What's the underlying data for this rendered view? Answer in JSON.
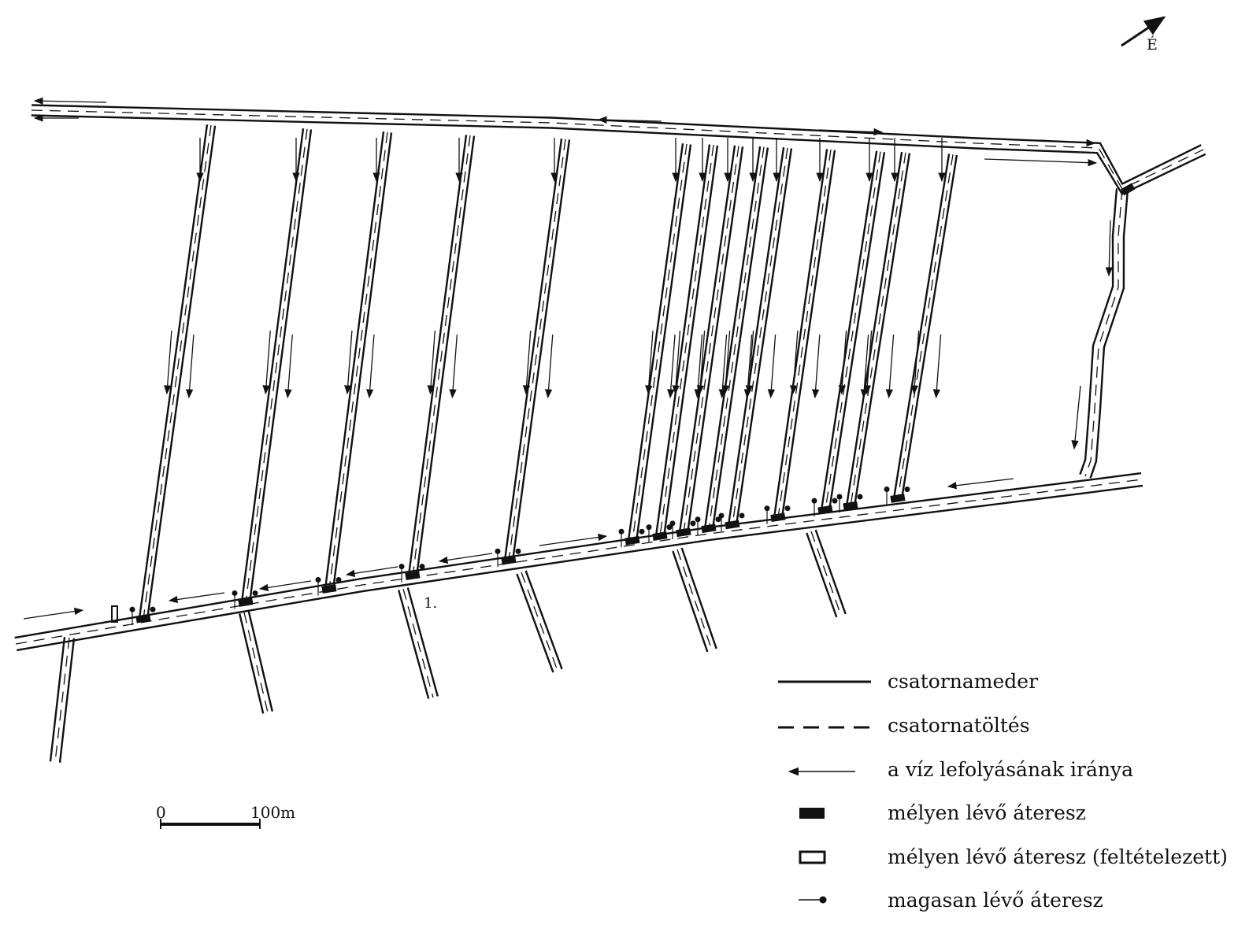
{
  "map": {
    "north_label": "É",
    "point_label": "1.",
    "scale": {
      "start_label": "0",
      "end_label": "100m"
    },
    "legend": [
      {
        "label": "csatornameder",
        "symbol": "solid-line"
      },
      {
        "label": "csatornatöltés",
        "symbol": "dashed-line"
      },
      {
        "label": "a víz lefolyásának iránya",
        "symbol": "arrow"
      },
      {
        "label": "mélyen lévő áteresz",
        "symbol": "filled-rect"
      },
      {
        "label": "mélyen lévő áteresz (feltételezett)",
        "symbol": "open-rect"
      },
      {
        "label": "magasan lévő áteresz",
        "symbol": "line-dot"
      }
    ],
    "colors": {
      "ink": "#111111",
      "paper": "#ffffff"
    }
  }
}
